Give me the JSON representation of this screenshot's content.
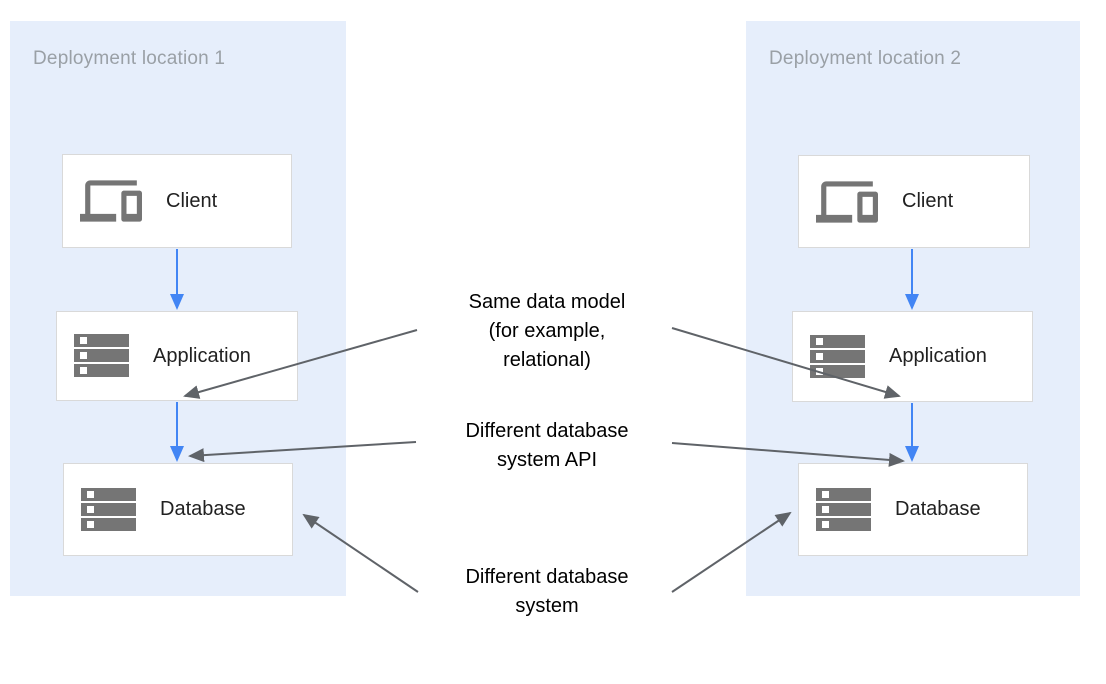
{
  "diagram": {
    "panels": [
      {
        "title": "Deployment location 1",
        "nodes": [
          {
            "label": "Client",
            "icon": "devices-icon"
          },
          {
            "label": "Application",
            "icon": "storage-icon"
          },
          {
            "label": "Database",
            "icon": "storage-icon"
          }
        ]
      },
      {
        "title": "Deployment location 2",
        "nodes": [
          {
            "label": "Client",
            "icon": "devices-icon"
          },
          {
            "label": "Application",
            "icon": "storage-icon"
          },
          {
            "label": "Database",
            "icon": "storage-icon"
          }
        ]
      }
    ],
    "annotations": [
      {
        "lines": [
          "Same data model",
          "(for example,",
          "relational)"
        ]
      },
      {
        "lines": [
          "Different database",
          "system API"
        ]
      },
      {
        "lines": [
          "Different database",
          "system"
        ]
      }
    ],
    "colors": {
      "panel_background": "#e6eefb",
      "panel_title": "#9aa0a6",
      "node_border": "#d9d9d9",
      "node_label": "#212121",
      "node_icon": "#757575",
      "flow_arrow": "#4285f4",
      "annotation_arrow": "#5f6368",
      "annotation_text": "#000000"
    }
  }
}
